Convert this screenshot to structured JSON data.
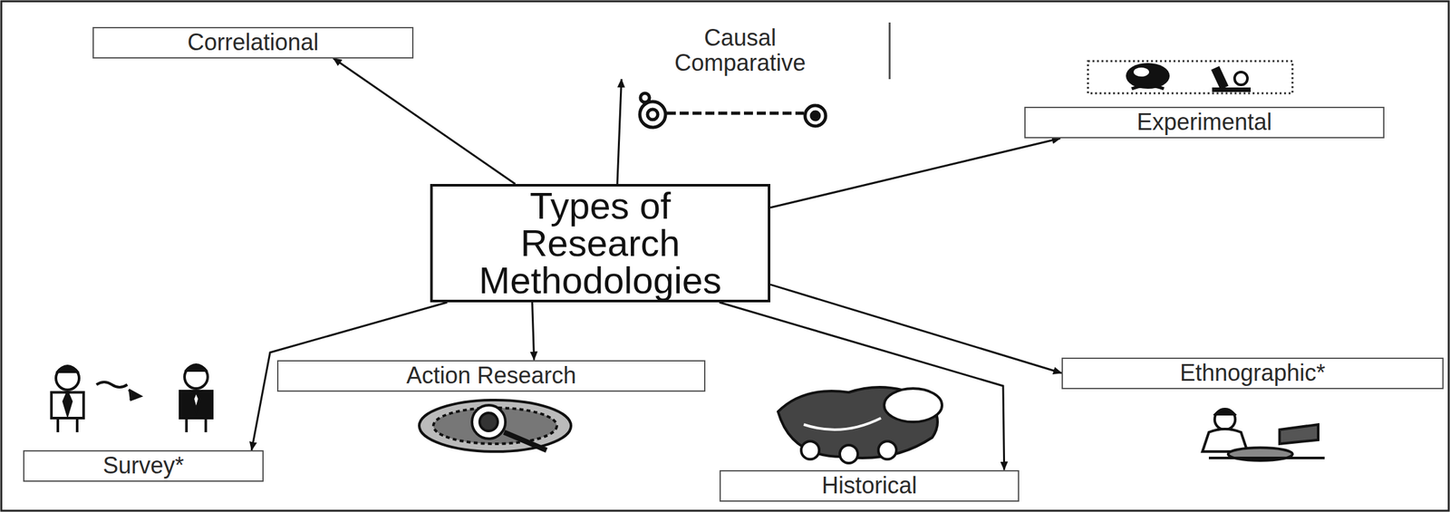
{
  "diagram": {
    "nodes": [
      {
        "text": [
          "Correlational"
        ]
      },
      {
        "text": [
          "Causal Comparative"
        ]
      },
      {
        "text": [
          "Experimental"
        ]
      },
      {
        "text": [
          "Types of Research Methodologies"
        ]
      },
      {
        "text": [
          "Action Research"
        ]
      },
      {
        "text": [
          "Ethnographic*"
        ]
      },
      {
        "text": [
          "Survey*"
        ]
      },
      {
        "text": [
          "Historical"
        ]
      }
    ],
    "edges": [
      {
        "from": 3,
        "to": 0,
        "arrow": "to"
      },
      {
        "from": 3,
        "to": 1,
        "arrow": "to"
      },
      {
        "from": 3,
        "to": 2,
        "arrow": "to"
      },
      {
        "from": 3,
        "to": 4,
        "arrow": "to"
      },
      {
        "from": 3,
        "to": 5,
        "arrow": "to"
      },
      {
        "from": 3,
        "to": 6,
        "arrow": "to"
      },
      {
        "from": 3,
        "to": 7,
        "arrow": "to"
      }
    ]
  }
}
